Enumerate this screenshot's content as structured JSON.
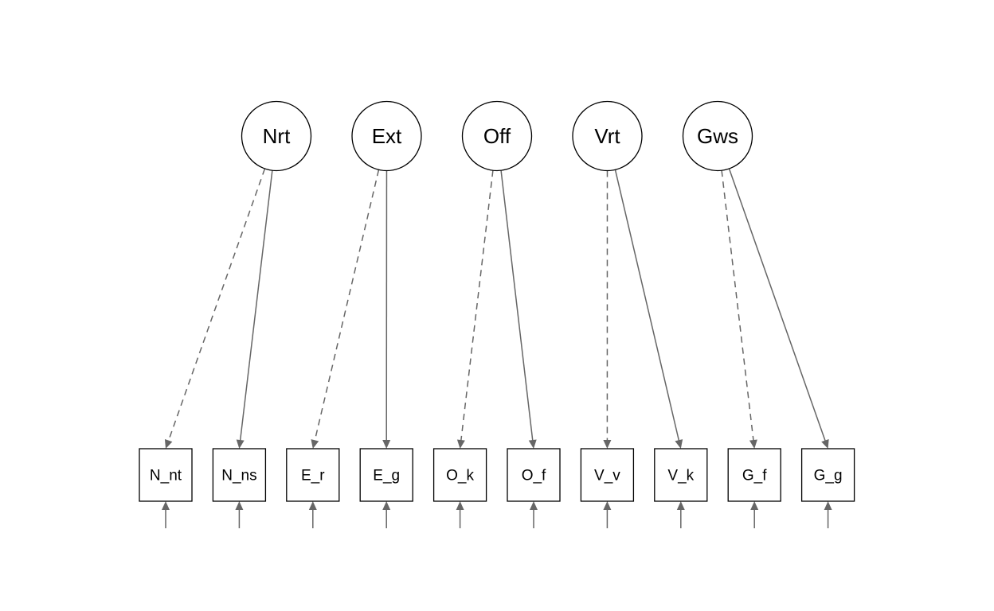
{
  "diagram": {
    "latents": [
      {
        "id": "Nrt",
        "label": "Nrt"
      },
      {
        "id": "Ext",
        "label": "Ext"
      },
      {
        "id": "Off",
        "label": "Off"
      },
      {
        "id": "Vrt",
        "label": "Vrt"
      },
      {
        "id": "Gws",
        "label": "Gws"
      }
    ],
    "indicators": [
      {
        "id": "N_nt",
        "label": "N_nt"
      },
      {
        "id": "N_ns",
        "label": "N_ns"
      },
      {
        "id": "E_r",
        "label": "E_r"
      },
      {
        "id": "E_g",
        "label": "E_g"
      },
      {
        "id": "O_k",
        "label": "O_k"
      },
      {
        "id": "O_f",
        "label": "O_f"
      },
      {
        "id": "V_v",
        "label": "V_v"
      },
      {
        "id": "V_k",
        "label": "V_k"
      },
      {
        "id": "G_f",
        "label": "G_f"
      },
      {
        "id": "G_g",
        "label": "G_g"
      }
    ],
    "loadings": [
      {
        "from": "Nrt",
        "to": "N_nt",
        "style": "dashed"
      },
      {
        "from": "Nrt",
        "to": "N_ns",
        "style": "solid"
      },
      {
        "from": "Ext",
        "to": "E_r",
        "style": "dashed"
      },
      {
        "from": "Ext",
        "to": "E_g",
        "style": "solid"
      },
      {
        "from": "Off",
        "to": "O_k",
        "style": "dashed"
      },
      {
        "from": "Off",
        "to": "O_f",
        "style": "solid"
      },
      {
        "from": "Vrt",
        "to": "V_v",
        "style": "dashed"
      },
      {
        "from": "Vrt",
        "to": "V_k",
        "style": "solid"
      },
      {
        "from": "Gws",
        "to": "G_f",
        "style": "dashed"
      },
      {
        "from": "Gws",
        "to": "G_g",
        "style": "solid"
      }
    ],
    "residual_arrows": true,
    "colors": {
      "edge": "#666666",
      "node_stroke": "#000000",
      "background": "#ffffff"
    }
  }
}
